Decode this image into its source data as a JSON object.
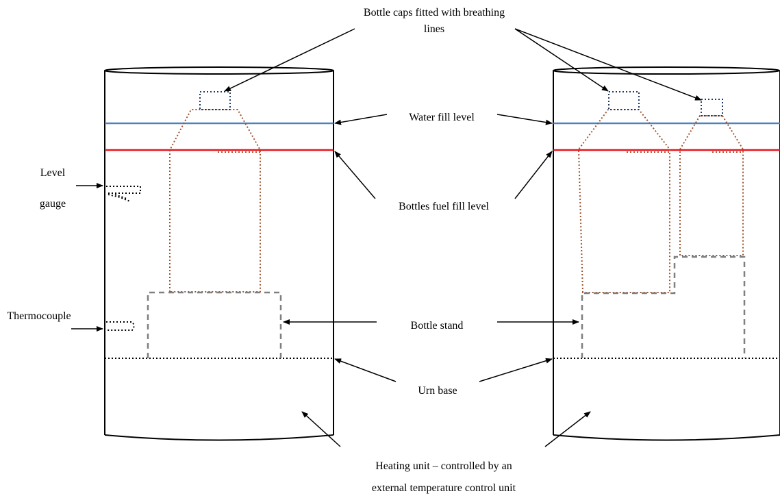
{
  "labels": {
    "bottle_caps_line1": "Bottle caps fitted with breathing",
    "bottle_caps_line2": "lines",
    "water_fill_level": "Water fill level",
    "bottles_fuel_fill_level": "Bottles fuel fill level",
    "level_gauge_line1": "Level",
    "level_gauge_line2": "gauge",
    "thermocouple": "Thermocouple",
    "bottle_stand": "Bottle stand",
    "urn_base": "Urn base",
    "heating_unit_line1": "Heating unit – controlled by an",
    "heating_unit_line2": "external temperature control unit"
  },
  "colors": {
    "water_line": "#4f81bd",
    "fuel_line": "#e8141b",
    "bottle_outline": "#a0522d",
    "cap_outline": "#1f3864",
    "stand_outline": "#7f7f7f",
    "outline": "#000000"
  }
}
